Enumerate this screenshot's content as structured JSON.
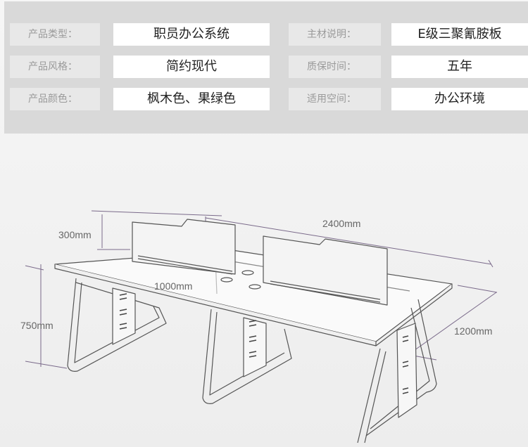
{
  "specs": {
    "rows": [
      {
        "label1": "产品类型：",
        "value1": "职员办公系统",
        "label2": "主材说明：",
        "value2": "E级三聚氰胺板"
      },
      {
        "label1": "产品风格：",
        "value1": "简约现代",
        "label2": "质保时间：",
        "value2": "五年"
      },
      {
        "label1": "产品颜色：",
        "value1": "枫木色、果绿色",
        "label2": "适用空间：",
        "value2": "办公环境"
      }
    ]
  },
  "dimensions": {
    "screen_height": "300mm",
    "length": "2400mm",
    "unit_width": "1000mm",
    "height": "750mm",
    "depth": "1200mm"
  }
}
